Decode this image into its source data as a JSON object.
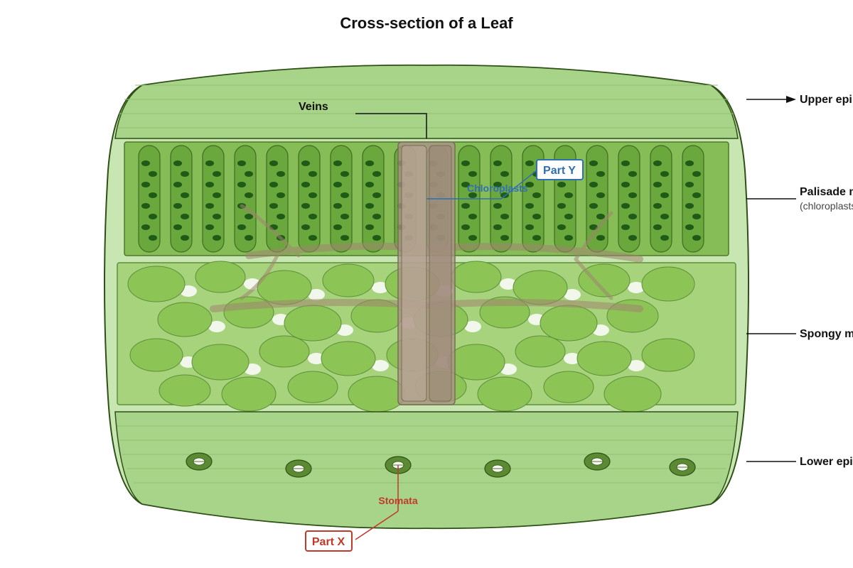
{
  "title": "Cross-section of a Leaf",
  "labels": {
    "upper_epidermis": "Upper epi",
    "palisade": "Palisade m",
    "palisade_note": "(chloroplasts",
    "spongy": "Spongy m",
    "lower_epidermis": "Lower epi",
    "veins": "Veins",
    "chloroplasts": "Chloroplasts",
    "stomata": "Stomata",
    "part_x": "Part X",
    "part_y": "Part Y"
  },
  "colors": {
    "leaf_outline": "#2e5016",
    "epidermis": "#a8d48a",
    "leaf_edge": "#c7e6b1",
    "palisade_bg": "#86bd57",
    "palisade_cell": "#6aa83d",
    "chloroplast": "#1f5a16",
    "spongy_bg": "#a7d37d",
    "spongy_cell": "#8cc556",
    "air_space": "#f1f7ea",
    "vein": "#a89386",
    "stoma": "#5c8a33",
    "part_x": "#c0392b",
    "part_y": "#2f6fb2"
  }
}
